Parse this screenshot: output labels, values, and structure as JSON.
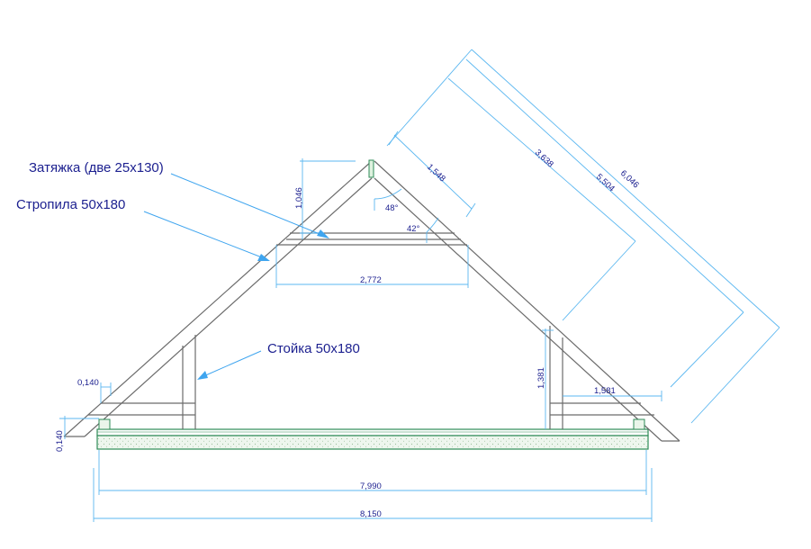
{
  "labels": {
    "tie": "Затяжка (две 25x130)",
    "rafter": "Стропила 50x180",
    "post": "Стойка 50x180"
  },
  "dimensions": {
    "ridge_height": "1,046",
    "angle_top": "48°",
    "angle_tie": "42°",
    "tie_length": "2,772",
    "rafter_upper": "1,548",
    "rafter_mid": "3,638",
    "rafter_lower": "5,504",
    "rafter_total": "6,046",
    "post_height": "1,381",
    "post_offset": "1,581",
    "overhang_h": "0,140",
    "overhang_v": "0,140",
    "inner_width": "7,990",
    "outer_width": "8,150"
  },
  "colors": {
    "structure": "#6b6b6b",
    "dimension": "#5bb7f0",
    "text": "#1b1f8f",
    "leader": "#3fa5ef",
    "slab": "#2e8b57"
  }
}
